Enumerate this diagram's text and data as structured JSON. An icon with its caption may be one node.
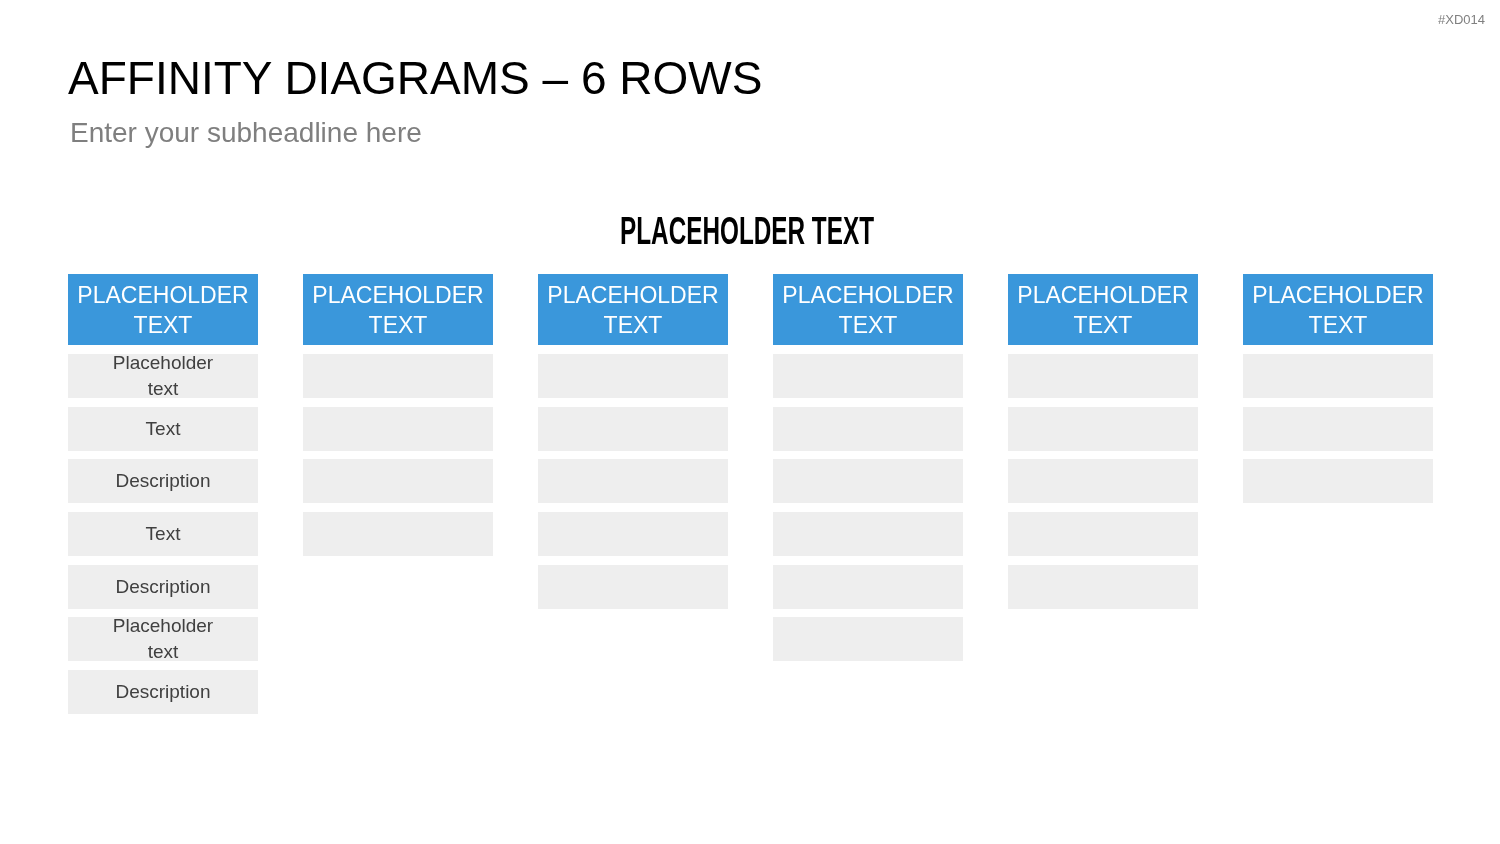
{
  "diagram": {
    "title": "AFFINITY DIAGRAMS – 6 ROWS",
    "nodes": [
      {
        "text": [
          "PLACEHOLDER TEXT"
        ]
      },
      {
        "text": [
          "Placeholder text"
        ]
      },
      {
        "text": [
          "Text"
        ]
      },
      {
        "text": [
          "Description"
        ]
      },
      {
        "text": [
          "Text"
        ]
      },
      {
        "text": [
          "Description"
        ]
      },
      {
        "text": [
          "Placeholder text"
        ]
      },
      {
        "text": [
          "Description"
        ]
      },
      {
        "text": [
          "PLACEHOLDER TEXT"
        ]
      },
      {
        "text": [],
        "shape": "box"
      },
      {
        "text": [],
        "shape": "box"
      },
      {
        "text": [],
        "shape": "box"
      },
      {
        "text": [],
        "shape": "box"
      },
      {
        "text": [
          "PLACEHOLDER TEXT"
        ]
      },
      {
        "text": [],
        "shape": "box"
      },
      {
        "text": [],
        "shape": "box"
      },
      {
        "text": [],
        "shape": "box"
      },
      {
        "text": [],
        "shape": "box"
      },
      {
        "text": [],
        "shape": "box"
      },
      {
        "text": [
          "PLACEHOLDER TEXT"
        ]
      },
      {
        "text": [],
        "shape": "box"
      },
      {
        "text": [],
        "shape": "box"
      },
      {
        "text": [],
        "shape": "box"
      },
      {
        "text": [],
        "shape": "box"
      },
      {
        "text": [],
        "shape": "box"
      },
      {
        "text": [],
        "shape": "box"
      },
      {
        "text": [
          "PLACEHOLDER TEXT"
        ]
      },
      {
        "text": [],
        "shape": "box"
      },
      {
        "text": [],
        "shape": "box"
      },
      {
        "text": [],
        "shape": "box"
      },
      {
        "text": [],
        "shape": "box"
      },
      {
        "text": [],
        "shape": "box"
      },
      {
        "text": [
          "PLACEHOLDER TEXT"
        ]
      },
      {
        "text": [],
        "shape": "box"
      },
      {
        "text": [],
        "shape": "box"
      },
      {
        "text": [],
        "shape": "box"
      }
    ],
    "labels": [
      "#XD014",
      "Enter your subheadline here",
      "PLACEHOLDER TEXT"
    ]
  }
}
